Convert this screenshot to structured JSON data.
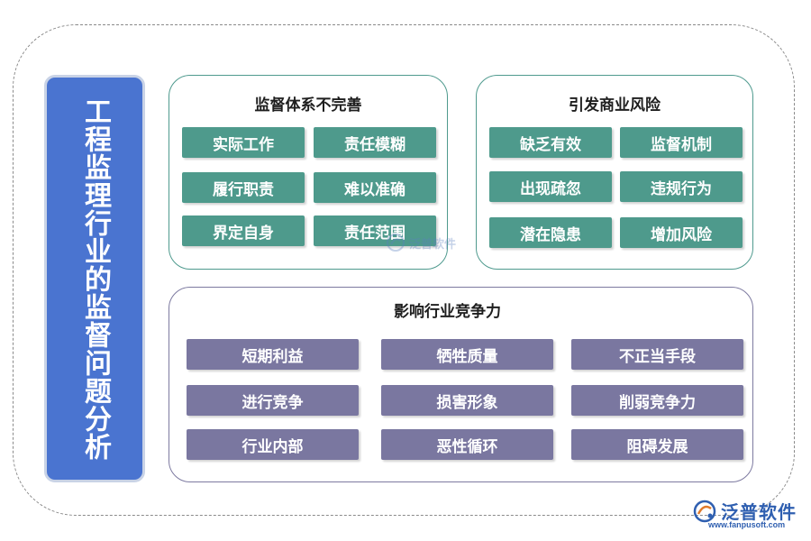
{
  "side_title": "工程监理行业的监督问题分析",
  "panels": [
    {
      "title": "监督体系不完善",
      "items": [
        "实际工作",
        "责任模糊",
        "履行职责",
        "难以准确",
        "界定自身",
        "责任范围"
      ]
    },
    {
      "title": "引发商业风险",
      "items": [
        "缺乏有效",
        "监督机制",
        "出现疏忽",
        "违规行为",
        "潜在隐患",
        "增加风险"
      ]
    },
    {
      "title": "影响行业竞争力",
      "items": [
        "短期利益",
        "牺牲质量",
        "不正当手段",
        "进行竞争",
        "损害形象",
        "削弱竞争力",
        "行业内部",
        "恶性循环",
        "阻碍发展"
      ]
    }
  ],
  "watermark": "泛普软件",
  "logo": {
    "name": "泛普软件",
    "url": "www.fanpusoft.com"
  },
  "colors": {
    "side": "#4a74d0",
    "green": "#4e9a8c",
    "purple": "#7a77a0"
  }
}
